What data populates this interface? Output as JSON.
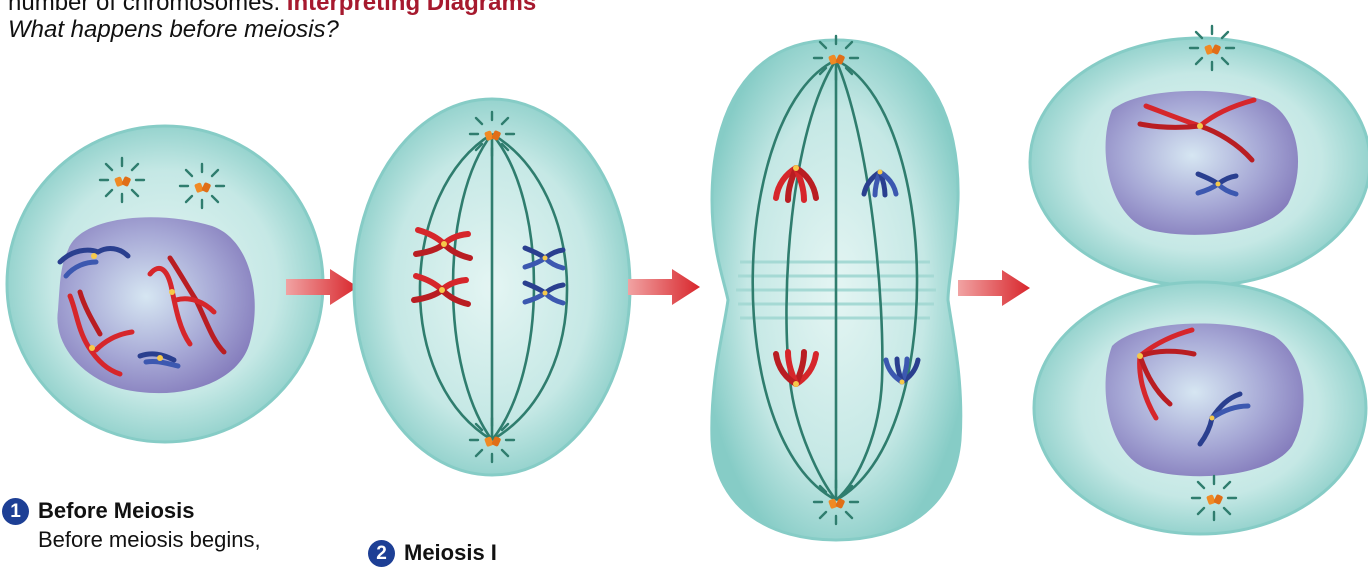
{
  "header": {
    "line1_prefix": "number of chromosomes.",
    "line1_emphasis": "Interpreting Diagrams",
    "line2": "What happens before meiosis?"
  },
  "steps": [
    {
      "number": "1",
      "title": "Before Meiosis",
      "body": "Before meiosis begins,"
    },
    {
      "number": "2",
      "title": "Meiosis I"
    }
  ],
  "colors": {
    "cell_fill": "#cdebe9",
    "cell_edge": "#7fcac4",
    "nucleus": "#8d86c0",
    "spindle": "#2f7d6e",
    "chromosome_red": "#d6262b",
    "chromosome_blue": "#2a3f8f",
    "centriole": "#f08a24",
    "arrow": "#d8262c",
    "step_badge": "#1d3f95",
    "emphasis_text": "#a6192e"
  }
}
